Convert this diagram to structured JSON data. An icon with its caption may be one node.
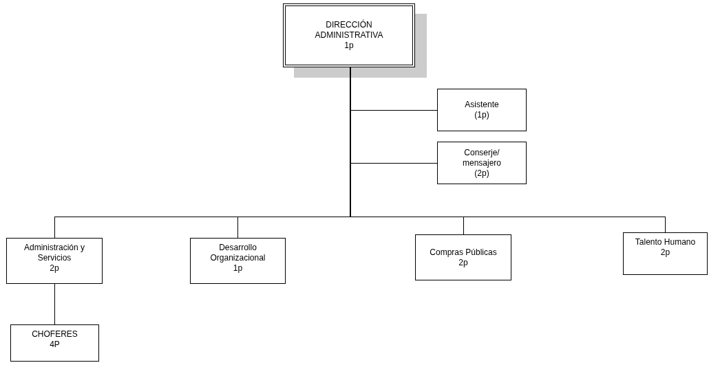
{
  "diagram": {
    "nodes": [
      {
        "text": [
          "DIRECCIÓN ADMINISTRATIVA",
          "1p"
        ]
      },
      {
        "text": [
          "Asistente",
          "(1p)"
        ]
      },
      {
        "text": [
          "Conserje/ mensajero",
          "(2p)"
        ]
      },
      {
        "text": [
          "Administración y Servicios",
          "2p"
        ]
      },
      {
        "text": [
          "Desarrollo Organizacional",
          "1p"
        ]
      },
      {
        "text": [
          "Compras Públicas",
          "2p"
        ]
      },
      {
        "text": [
          "Talento Humano",
          "2p"
        ]
      },
      {
        "text": [
          "CHOFERES",
          "4P"
        ]
      }
    ],
    "edges": [
      {
        "from": 0,
        "to": 1,
        "arrow": "none"
      },
      {
        "from": 0,
        "to": 2,
        "arrow": "none"
      },
      {
        "from": 0,
        "to": 3,
        "arrow": "none"
      },
      {
        "from": 0,
        "to": 4,
        "arrow": "none"
      },
      {
        "from": 0,
        "to": 5,
        "arrow": "none"
      },
      {
        "from": 0,
        "to": 6,
        "arrow": "none"
      },
      {
        "from": 3,
        "to": 7,
        "arrow": "none"
      }
    ]
  }
}
